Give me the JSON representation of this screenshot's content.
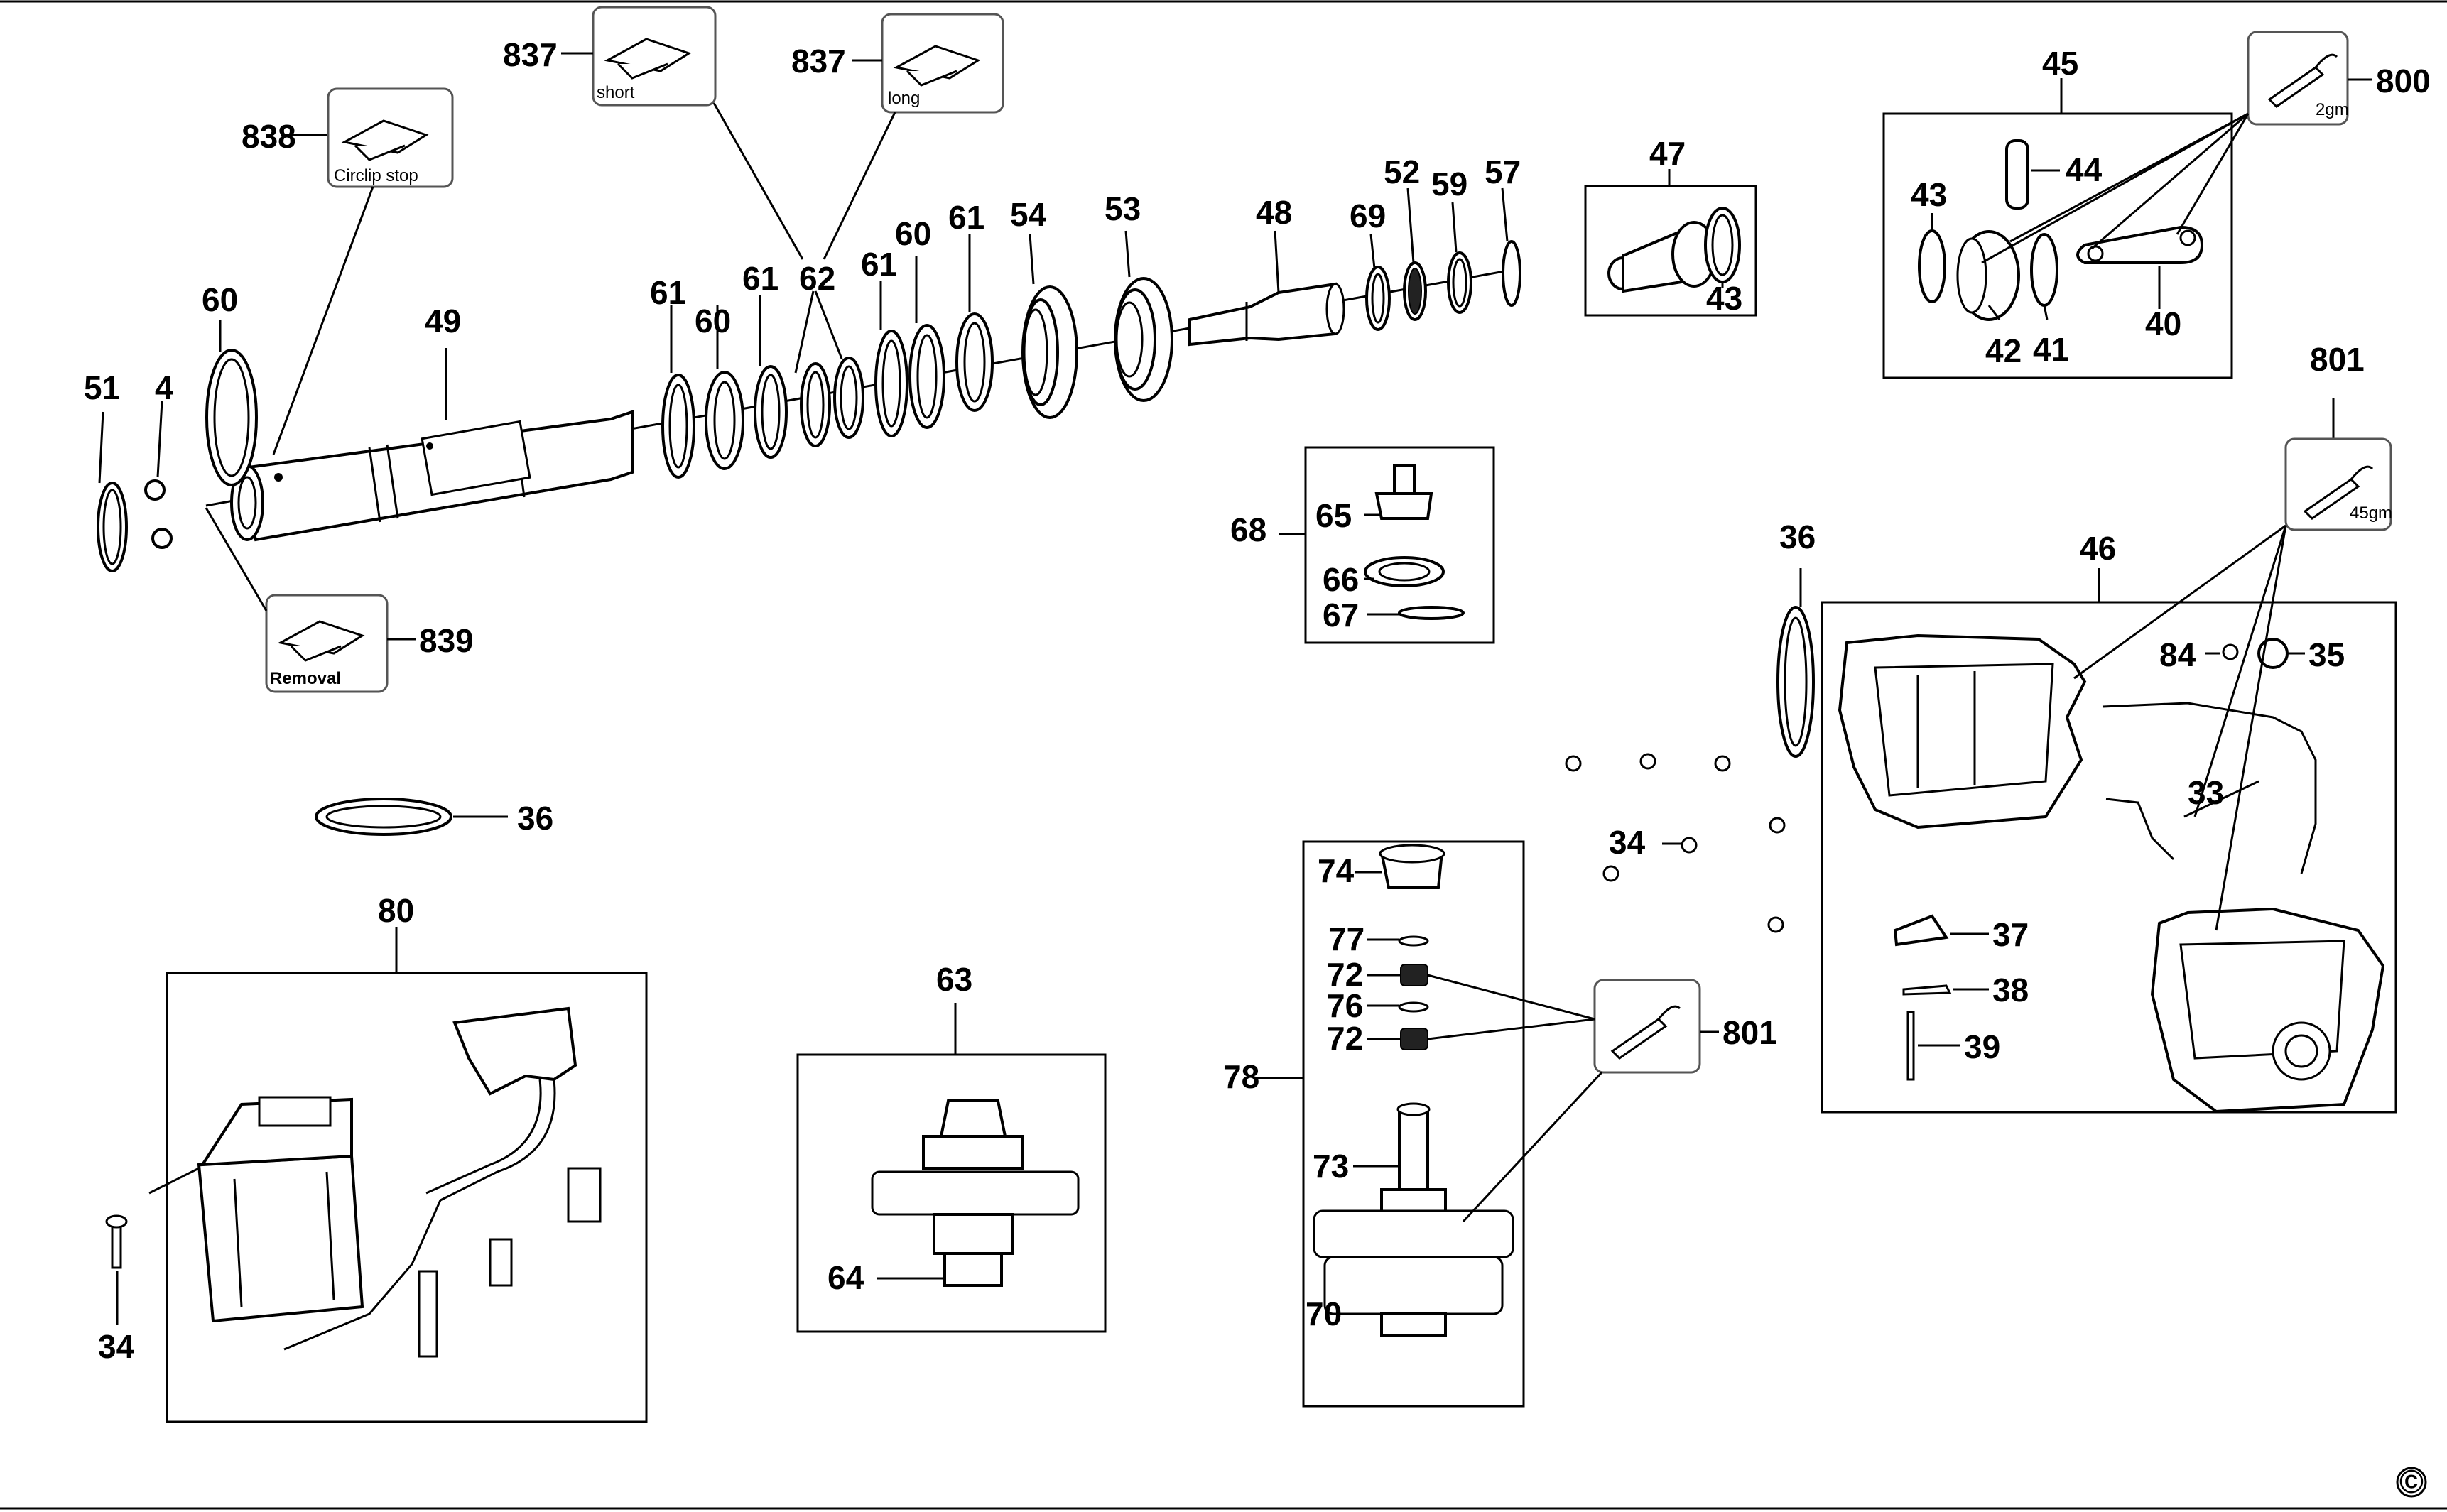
{
  "diagram": {
    "copyright": "©",
    "labels": {
      "p51": "51",
      "p4": "4",
      "p60a": "60",
      "p49": "49",
      "p838": "838",
      "p837s": "837",
      "p837l": "837",
      "p839": "839",
      "p61a": "61",
      "p60b": "60",
      "p61b": "61",
      "p62": "62",
      "p61c": "61",
      "p60c": "60",
      "p61d": "61",
      "p54": "54",
      "p53": "53",
      "p48": "48",
      "p69": "69",
      "p52": "52",
      "p59": "59",
      "p57": "57",
      "p47": "47",
      "p43b": "43",
      "p45": "45",
      "p43": "43",
      "p44": "44",
      "p42": "42",
      "p41": "41",
      "p40": "40",
      "p800": "800",
      "p801a": "801",
      "p801b": "801",
      "p68": "68",
      "p65": "65",
      "p66": "66",
      "p67": "67",
      "p36a": "36",
      "p36b": "36",
      "p46": "46",
      "p84": "84",
      "p35": "35",
      "p33": "33",
      "p34a": "34",
      "p34b": "34",
      "p37": "37",
      "p38": "38",
      "p39": "39",
      "p80": "80",
      "p63": "63",
      "p64": "64",
      "p78": "78",
      "p74": "74",
      "p77": "77",
      "p72a": "72",
      "p76": "76",
      "p72b": "72",
      "p73": "73",
      "p70": "70"
    },
    "tool_captions": {
      "circlip_stop": "Circlip stop",
      "short": "short",
      "long": "long",
      "removal": "Removal"
    },
    "grease_captions": {
      "g800": "2gm",
      "g801": "45gm"
    }
  }
}
